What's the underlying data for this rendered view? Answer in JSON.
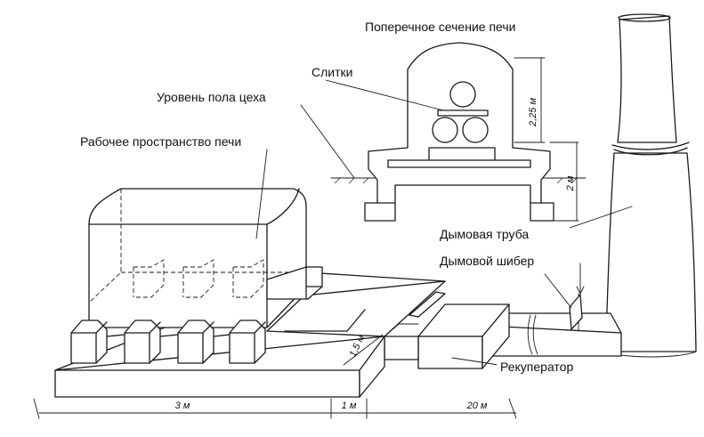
{
  "labels": {
    "cross_section": "Поперечное сечение печи",
    "ingots": "Слитки",
    "floor_level": "Уровень пола цеха",
    "working_space": "Рабочее пространство печи",
    "chimney": "Дымовая труба",
    "damper": "Дымовой шибер",
    "recuperator": "Рекуператор"
  },
  "dimensions": {
    "height_top": "2,25 м",
    "height_bottom": "2 м",
    "width": "1,5 м",
    "length_3": "3 м",
    "length_1": "1 м",
    "length_20": "20 м"
  },
  "colors": {
    "line": "#1a1a1a",
    "background": "#ffffff"
  }
}
